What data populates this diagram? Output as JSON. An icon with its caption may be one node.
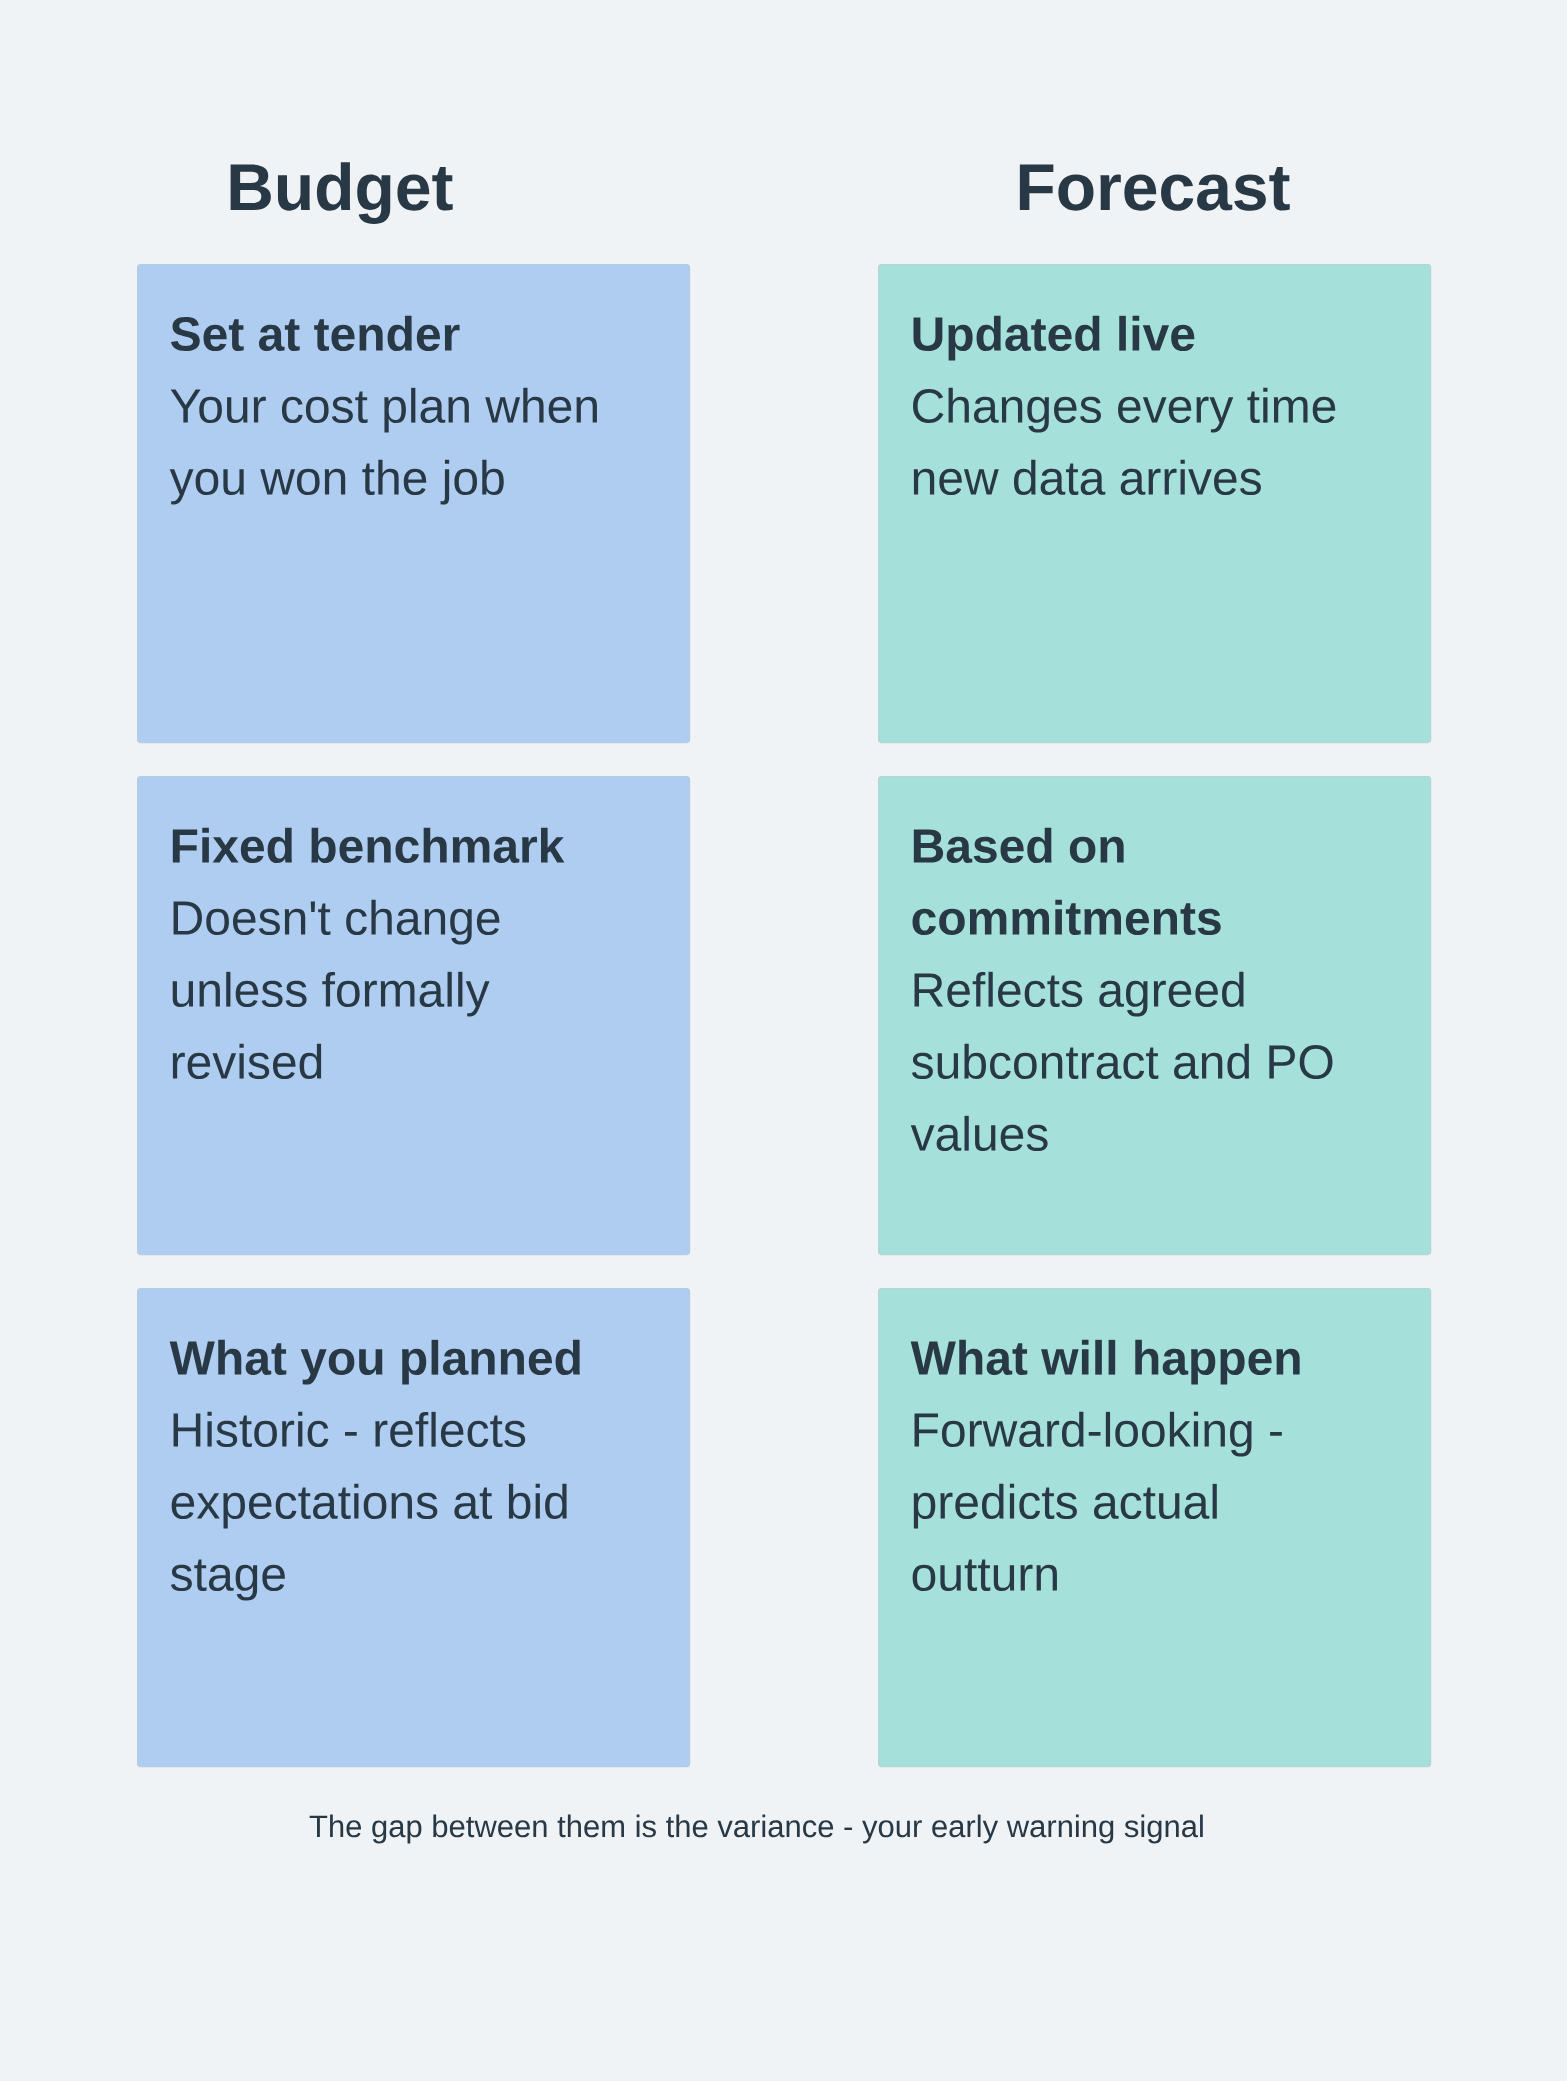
{
  "diagram": {
    "nodes": [
      {
        "text": [
          "Set at tender",
          "Your cost plan when you won the job"
        ]
      },
      {
        "text": [
          "Updated live",
          "Changes every time new data arrives"
        ]
      },
      {
        "text": [
          "Fixed benchmark",
          "Doesn't change unless formally revised"
        ]
      },
      {
        "text": [
          "Based on commitments",
          "Reflects agreed subcontract and PO values"
        ]
      },
      {
        "text": [
          "What you planned",
          "Historic - reflects expectations at bid stage"
        ]
      },
      {
        "text": [
          "What will happen",
          "Forward-looking - predicts actual outturn"
        ]
      }
    ],
    "labels": [
      "Budget",
      "Forecast"
    ],
    "caption": "The gap between them is the variance - your early warning signal"
  }
}
